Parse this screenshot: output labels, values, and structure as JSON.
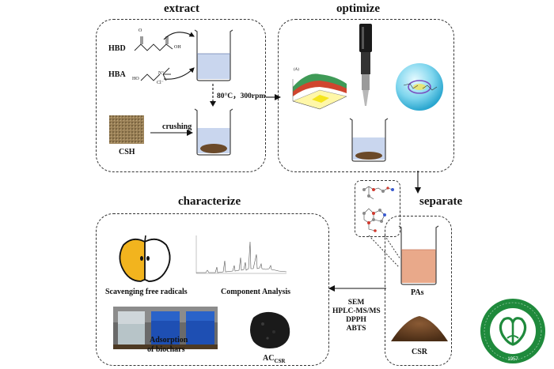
{
  "sections": {
    "extract": "extract",
    "optimize": "optimize",
    "separate": "separate",
    "characterize": "characterize"
  },
  "extract": {
    "hbd": "HBD",
    "hba": "HBA",
    "hba_counterion": "Cl⁻",
    "hbd_group_o": "O",
    "hbd_group_oh": "OH",
    "hba_group_ho": "HO",
    "hba_group_n": "N⁺",
    "condition": "80°C，300rpm",
    "crushing": "crushing",
    "csh": "CSH"
  },
  "optimize": {
    "plot_panel": "(A)"
  },
  "separate": {
    "pas": "PAs",
    "csr": "CSR"
  },
  "characterize": {
    "scavenging": "Scavenging free radicals",
    "component": "Component Analysis",
    "adsorption_line1": "Adsorption",
    "adsorption_line2": "of biochars",
    "ac_main": "AC",
    "ac_sub": "CSR",
    "methods": [
      "SEM",
      "HPLC-MS/MS",
      "DPPH",
      "ABTS"
    ]
  },
  "logo": {
    "year": "1957"
  },
  "colors": {
    "logo_green": "#1f8a3c",
    "liquid_blue": "#c9d6ee",
    "pas_liquid": "#e9a98a",
    "soil_brown": "#6b4a2a",
    "apple_yellow": "#f2b41e",
    "ac_black": "#1a1a1a",
    "blue_liquid": "#1e4fb3"
  }
}
